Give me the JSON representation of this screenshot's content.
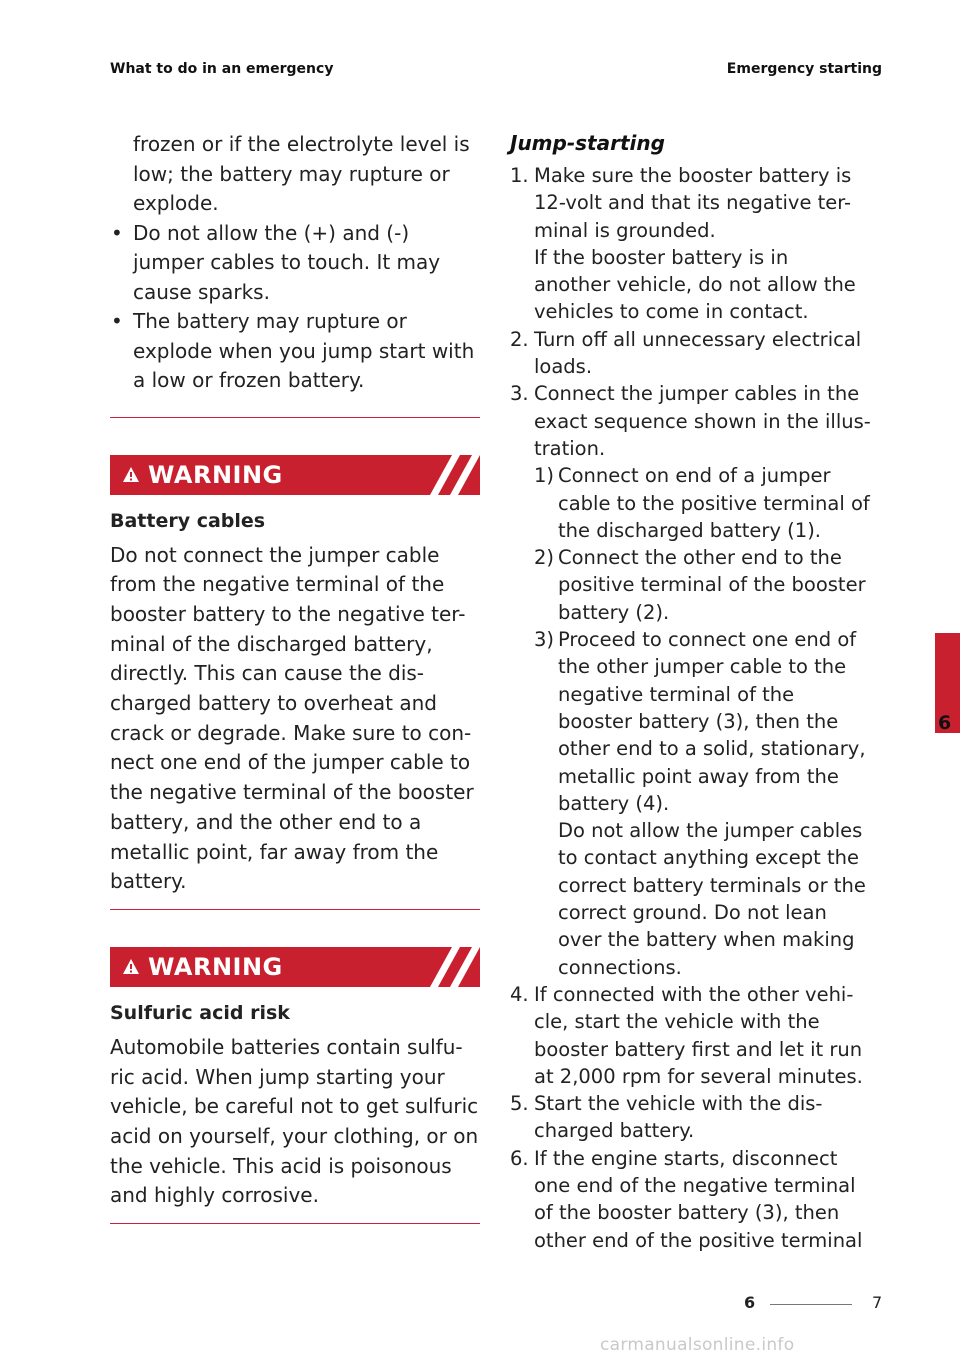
{
  "header": {
    "left": "What to do in an emergency",
    "right": "Emergency starting"
  },
  "left_column": {
    "intro_lines": [
      "frozen or if the electrolyte level is",
      "low; the battery may rupture or",
      "explode."
    ],
    "bullets": [
      {
        "lines": [
          "Do not allow the (+) and (-)",
          "jumper cables to touch. It may",
          "cause sparks."
        ]
      },
      {
        "lines": [
          "The battery may rupture or",
          "explode when you jump start with",
          "a low or frozen battery."
        ]
      }
    ],
    "bullet_glyph": "•",
    "warnings": [
      {
        "label": "WARNING",
        "title": "Battery cables",
        "lines": [
          "Do not connect the jumper cable",
          "from the negative terminal of the",
          "booster battery to the negative ter-",
          "minal of the discharged battery,",
          "directly. This can cause the dis-",
          "charged battery to overheat and",
          "crack or degrade. Make sure to con-",
          "nect one end of the jumper cable to",
          "the negative terminal of the booster",
          "battery, and the other end to a",
          "metallic point, far away from the",
          "battery."
        ]
      },
      {
        "label": "WARNING",
        "title": "Sulfuric acid risk",
        "lines": [
          "Automobile batteries contain sulfu-",
          "ric acid. When jump starting your",
          "vehicle, be careful not to get sulfuric",
          "acid on yourself, your clothing, or on",
          "the vehicle. This acid is poisonous",
          "and highly corrosive."
        ]
      }
    ]
  },
  "right_column": {
    "title": "Jump-starting",
    "steps": [
      {
        "num": "1.",
        "lines": [
          "Make sure the booster battery is",
          "12-volt and that its negative ter-",
          "minal is grounded.",
          "If the booster battery is in",
          "another vehicle, do not allow the",
          "vehicles to come in contact."
        ]
      },
      {
        "num": "2.",
        "lines": [
          "Turn off all unnecessary electrical",
          "loads."
        ]
      },
      {
        "num": "3.",
        "lines": [
          "Connect the jumper cables in the",
          "exact sequence shown in the illus-",
          "tration."
        ],
        "substeps": [
          {
            "num": "1)",
            "lines": [
              "Connect on end of a jumper",
              "cable to the positive terminal of",
              "the discharged battery (1)."
            ]
          },
          {
            "num": "2)",
            "lines": [
              "Connect the other end to the",
              "positive terminal of the booster",
              "battery (2)."
            ]
          },
          {
            "num": "3)",
            "lines": [
              "Proceed to connect one end of",
              "the other jumper cable to the",
              "negative terminal of the",
              "booster battery (3), then the",
              "other end to a solid, stationary,",
              "metallic point away from the",
              "battery (4).",
              "Do not allow the jumper cables",
              "to contact anything except the",
              "correct battery terminals or the",
              "correct ground. Do not lean",
              "over the battery when making",
              "connections."
            ]
          }
        ]
      },
      {
        "num": "4.",
        "lines": [
          "If connected with the other vehi-",
          "cle, start the vehicle with the",
          "booster battery first and let it run",
          "at 2,000 rpm for several minutes."
        ]
      },
      {
        "num": "5.",
        "lines": [
          "Start the vehicle with the dis-",
          "charged battery."
        ]
      },
      {
        "num": "6.",
        "lines": [
          "If the engine starts, disconnect",
          "one end of the negative terminal",
          "of the booster battery (3), then",
          "other end of the positive terminal"
        ]
      }
    ]
  },
  "side_tab": {
    "chapter": "6"
  },
  "footer": {
    "chapter": "6",
    "page": "7"
  },
  "watermark": "carmanualsonline.info",
  "colors": {
    "accent": "#c8202f",
    "rule": "#c7243a"
  }
}
